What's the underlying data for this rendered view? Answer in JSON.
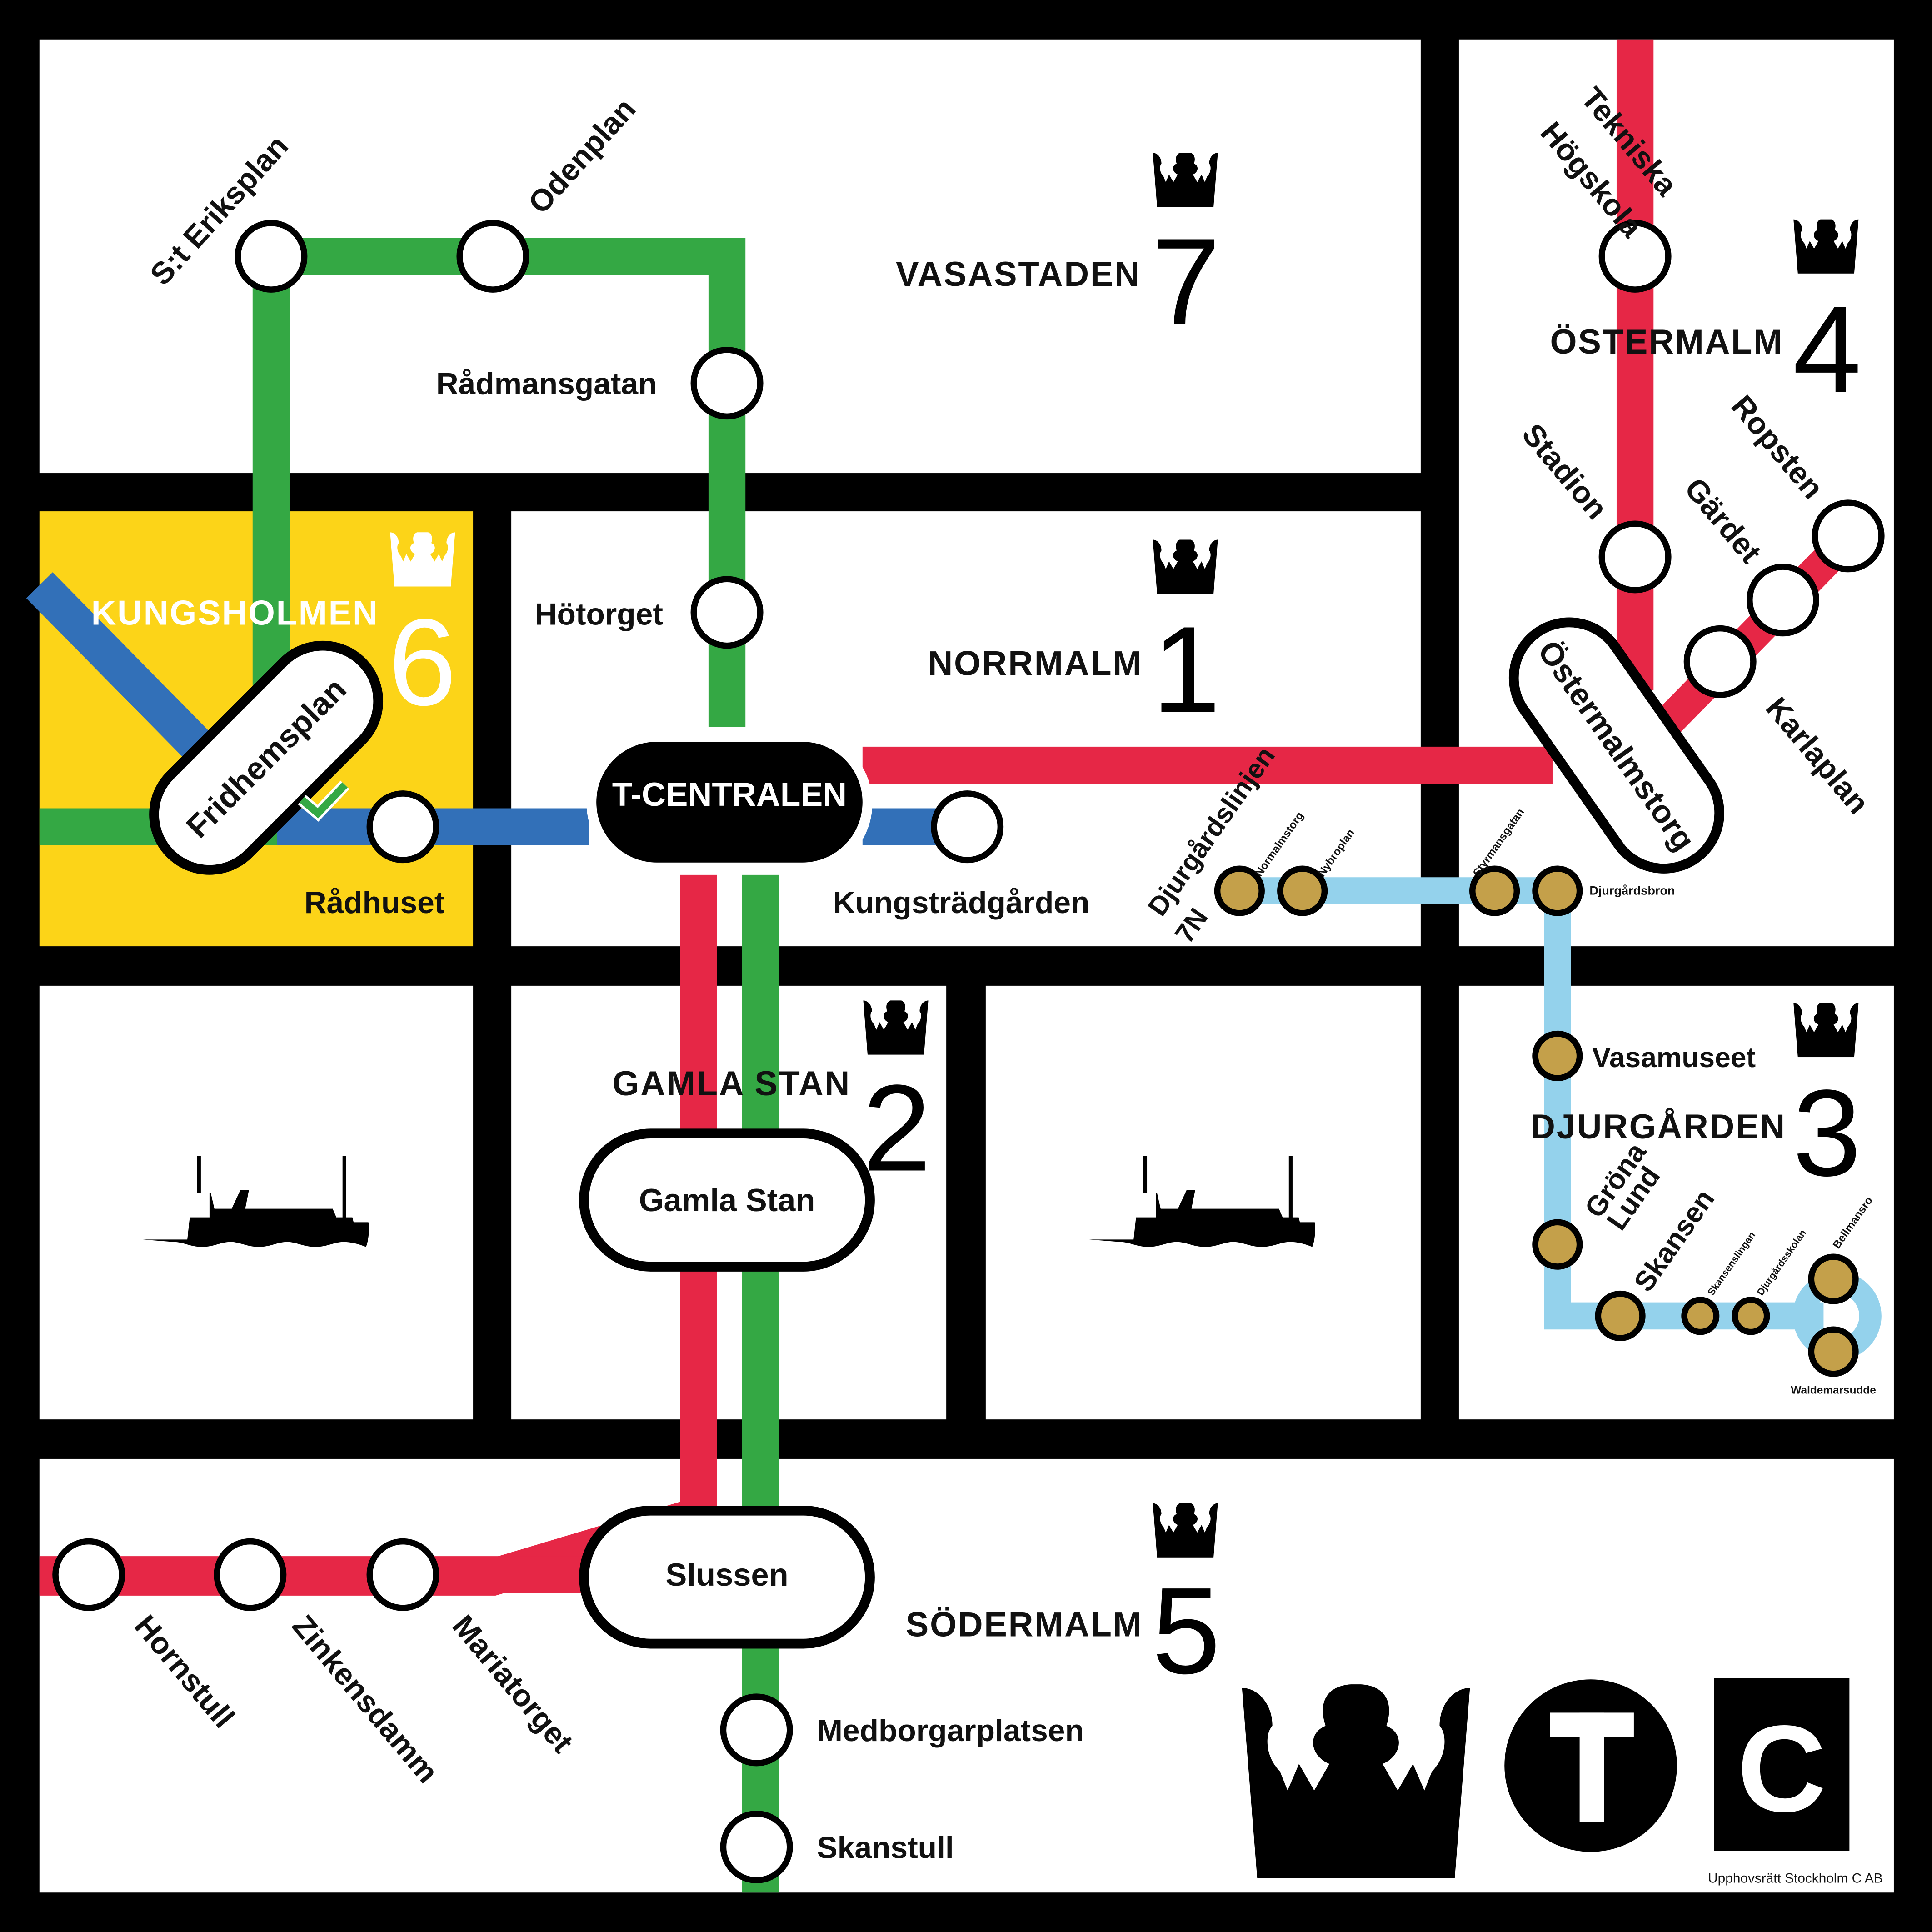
{
  "map": {
    "colors": {
      "background": "#000000",
      "block": "#ffffff",
      "kungsholmen_block": "#fcd418",
      "red_line": "#e62746",
      "green_line": "#34a844",
      "blue_line": "#3270b8",
      "tram_line": "#94d2ec",
      "tram_stop": "#c4a04a"
    },
    "districts": [
      {
        "name": "VASASTADEN",
        "number": "7",
        "icon": "crown-icon"
      },
      {
        "name": "NORRMALM",
        "number": "1",
        "icon": "crown-icon"
      },
      {
        "name": "ÖSTERMALM",
        "number": "4",
        "icon": "crown-icon"
      },
      {
        "name": "KUNGSHOLMEN",
        "number": "6",
        "icon": "crown-icon"
      },
      {
        "name": "GAMLA STAN",
        "number": "2",
        "icon": "crown-icon"
      },
      {
        "name": "DJURGÅRDEN",
        "number": "3",
        "icon": "crown-icon"
      },
      {
        "name": "SÖDERMALM",
        "number": "5",
        "icon": "crown-icon"
      }
    ],
    "interchanges": {
      "tcentralen": "T-CENTRALEN",
      "fridhemsplan": "Fridhemsplan",
      "ostermalmstorg": "Östermalmstorg",
      "gamla_stan": "Gamla Stan",
      "slussen": "Slussen"
    },
    "stations": {
      "st_eriksplan": "S:t Eriksplan",
      "odenplan": "Odenplan",
      "radmansgatan": "Rådmansgatan",
      "hotorget": "Hötorget",
      "radhuset": "Rådhuset",
      "kungstradgarden": "Kungsträdgården",
      "tekniska_1": "Tekniska",
      "tekniska_2": "Högskola",
      "stadion": "Stadion",
      "gardet": "Gärdet",
      "ropsten": "Ropsten",
      "karlaplan": "Karlaplan",
      "hornstull": "Hornstull",
      "zinkensdamm": "Zinkensdamm",
      "mariatorget": "Mariatorget",
      "medborgarplatsen": "Medborgarplatsen",
      "skanstull": "Skanstull"
    },
    "tram": {
      "line_name": "Djurgårdslinjen",
      "line_number": "7N",
      "stops": {
        "normalmstorg": "Normalmstorg",
        "nybroplan": "Nybroplan",
        "styrmansgatan": "Styrmansgatan",
        "djurgardsbron": "Djurgårdsbron",
        "vasamuseet": "Vasamuseet",
        "grona_1": "Gröna",
        "grona_2": "Lund",
        "skansen": "Skansen",
        "skansenslingan": "Skansenslingan",
        "djurgardsskolan": "Djurgårdsskolan",
        "bellmansro": "Bellmansro",
        "waldemarsudde": "Waldemarsudde"
      }
    },
    "logos": {
      "crown": "crown-logo",
      "t": "T",
      "c": "C"
    },
    "copyright": "Upphovsrätt Stockholm C AB"
  }
}
